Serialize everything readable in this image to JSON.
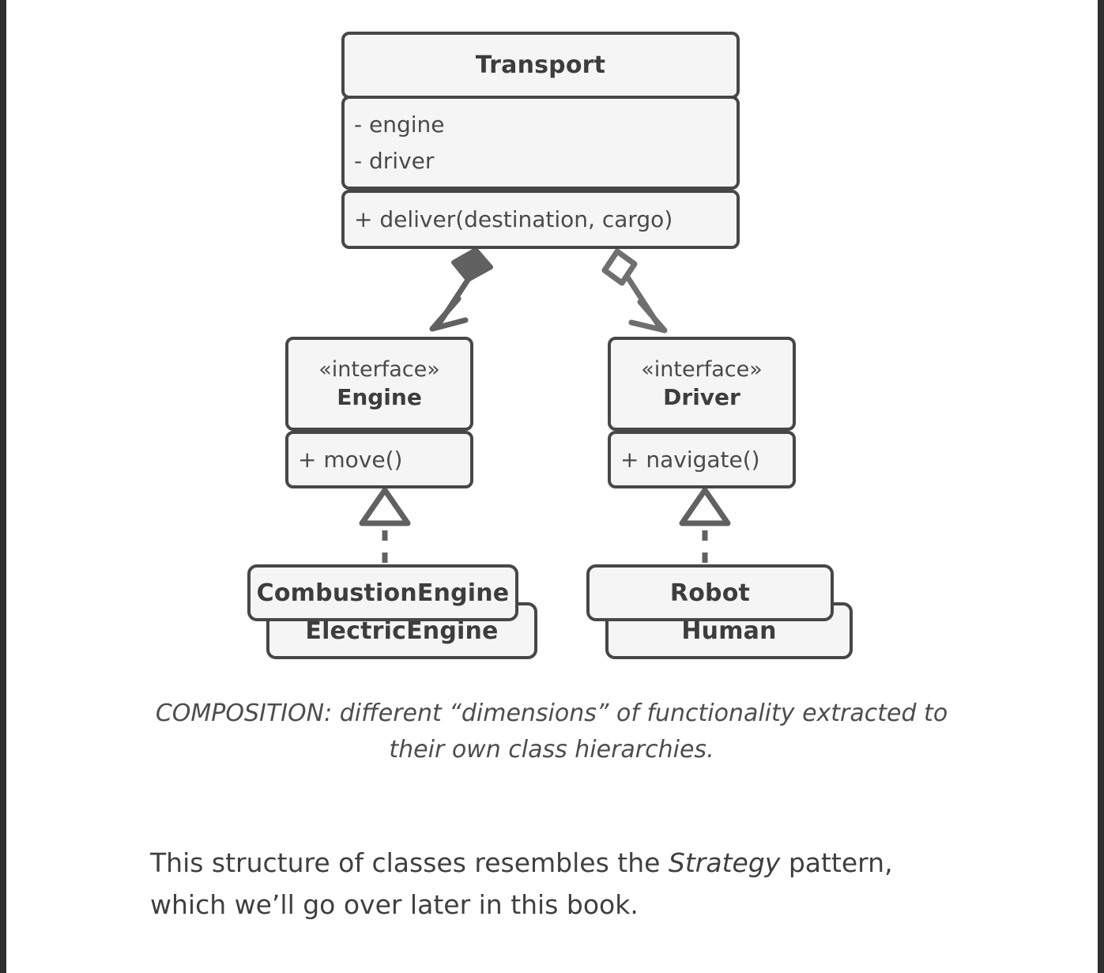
{
  "figure": {
    "title": "UML class diagram: composition of Engine and Driver into Transport",
    "classes": {
      "transport": {
        "name": "Transport",
        "attributes": [
          "- engine",
          "- driver"
        ],
        "methods": [
          "+ deliver(destination, cargo)"
        ]
      },
      "engine": {
        "stereotype": "«interface»",
        "name": "Engine",
        "methods": [
          "+ move()"
        ]
      },
      "driver": {
        "stereotype": "«interface»",
        "name": "Driver",
        "methods": [
          "+ navigate()"
        ]
      },
      "combustion_engine": {
        "name": "CombustionEngine"
      },
      "electric_engine": {
        "name": "ElectricEngine"
      },
      "robot": {
        "name": "Robot"
      },
      "human": {
        "name": "Human"
      }
    },
    "relations": [
      {
        "id": "transport-engine",
        "type": "composition",
        "from": "Transport",
        "to": "Engine",
        "diamond": "filled"
      },
      {
        "id": "transport-driver",
        "type": "aggregation",
        "from": "Transport",
        "to": "Driver",
        "diamond": "hollow"
      },
      {
        "id": "combustionengine-engine",
        "type": "realization",
        "from": "CombustionEngine",
        "to": "Engine",
        "line": "dashed",
        "arrow": "hollow-triangle"
      },
      {
        "id": "robot-driver",
        "type": "realization",
        "from": "Robot",
        "to": "Driver",
        "line": "dashed",
        "arrow": "hollow-triangle"
      }
    ]
  },
  "caption": {
    "text": "COMPOSITION: different “dimensions” of functionality extracted to their own class hierarchies."
  },
  "body": {
    "part1": "This structure of classes resembles the ",
    "emphasis": "Strategy",
    "part2": " pattern, which we’ll go over later in this book."
  },
  "colors": {
    "box_fill": "#f5f5f5",
    "box_border": "#474747",
    "text": "#3f3f3f",
    "page_background": "#ffffff",
    "edge_bar": "#2f2f2f"
  }
}
